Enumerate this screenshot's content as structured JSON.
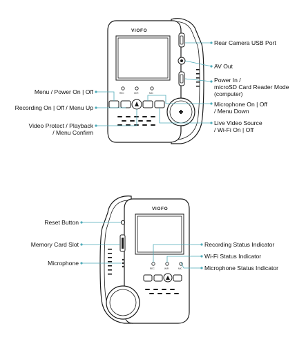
{
  "top_view": {
    "brand": "VIOFO",
    "labels": {
      "rear_camera_usb_port": "Rear Camera USB Port",
      "av_out": "AV Out",
      "power_in_line1": "Power In /",
      "power_in_line2": "microSD Card Reader Mode",
      "power_in_line3": "(computer)",
      "microphone_toggle_line1": "Microphone On | Off",
      "microphone_toggle_line2": "/ Menu Down",
      "live_video_line1": "Live Video Source",
      "live_video_line2": "/ Wi-Fi On | Off",
      "menu_power": "Menu / Power On | Off",
      "recording": "Recording On | Off / Menu Up",
      "video_protect_line1": "Video Protect / Playback",
      "video_protect_line2": "/ Menu Confirm"
    }
  },
  "bottom_view": {
    "brand": "VIOFO",
    "labels": {
      "reset_button": "Reset Button",
      "memory_card_slot": "Memory Card Slot",
      "microphone": "Microphone",
      "recording_status": "Recording Status Indicator",
      "wifi_status": "Wi-Fi Status Indicator",
      "microphone_status": "Microphone Status Indicator"
    }
  },
  "colors": {
    "leader_line": "#4caab8",
    "outline": "#1a1a1a"
  }
}
